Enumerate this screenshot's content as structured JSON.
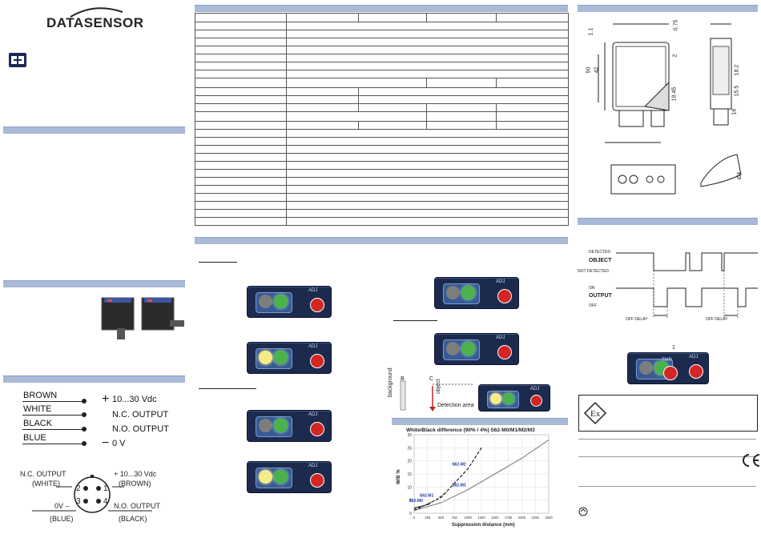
{
  "brand": {
    "name": "DATASENSOR"
  },
  "wiring": {
    "rows": [
      {
        "color": "BROWN",
        "desc": "10...30 Vdc",
        "sign": "+"
      },
      {
        "color": "WHITE",
        "desc": "N.C. OUTPUT",
        "sign": ""
      },
      {
        "color": "BLACK",
        "desc": "N.O. OUTPUT",
        "sign": ""
      },
      {
        "color": "BLUE",
        "desc": "0 V",
        "sign": "−"
      }
    ],
    "connector": {
      "nc_label": "N.C. OUTPUT",
      "nc_color": "(WHITE)",
      "vplus_label": "+ 10...30 Vdc",
      "vplus_color": "(BROWN)",
      "ov_label": "0V –",
      "ov_color": "(BLUE)",
      "no_label": "N.O. OUTPUT",
      "no_color": "(BLACK)",
      "pins": [
        "1",
        "2",
        "3",
        "4"
      ]
    }
  },
  "dimensions": {
    "labels": [
      "1.1",
      "0.75",
      "50",
      "42",
      "2",
      "18.2",
      "15.5",
      "16",
      "19.45",
      "Ø4"
    ]
  },
  "timing": {
    "detected": "DETECTED",
    "object": "OBJECT",
    "not_detected": "NOT DETECTED",
    "on": "ON",
    "output": "OUTPUT",
    "off": "OFF",
    "off_delay_1": "OFF DELAY",
    "off_delay_2": "OFF DELAY"
  },
  "devices": {
    "adj": "ADJ",
    "tmr": "TMR",
    "tmr_pin": "1"
  },
  "detection": {
    "c_label": "C",
    "b_label": "B",
    "background": "background",
    "object_label": "object",
    "area": "Detection area"
  },
  "chart_data": {
    "type": "line",
    "title": "White/Black difference (90% / 4%)   S62-M0/M1/M2/M3",
    "xlabel": "Suppression distance (mm)",
    "ylabel": "W/B %",
    "xlim": [
      0,
      2500
    ],
    "ylim": [
      0,
      30
    ],
    "xticks": [
      "0",
      "250",
      "500",
      "750",
      "1000",
      "1250",
      "1500",
      "1750",
      "2000",
      "2250",
      "2500"
    ],
    "yticks": [
      "0",
      "5",
      "10",
      "15",
      "20",
      "25",
      "30"
    ],
    "series": [
      {
        "name": "S62-M0",
        "x": [
          0,
          100,
          200,
          300
        ],
        "y": [
          2,
          2.5,
          3,
          3.5
        ]
      },
      {
        "name": "S62-M1",
        "x": [
          0,
          200,
          400,
          600
        ],
        "y": [
          1.5,
          3,
          5,
          8
        ]
      },
      {
        "name": "S62-M2",
        "x": [
          0,
          500,
          1000,
          1250
        ],
        "y": [
          1,
          6,
          17,
          25
        ]
      },
      {
        "name": "S62-M3",
        "x": [
          0,
          500,
          1000,
          1500,
          2000,
          2500
        ],
        "y": [
          1,
          4,
          9,
          15,
          21,
          28
        ]
      }
    ]
  },
  "colors": {
    "section_bar": "#a9b9d6",
    "device_body": "#1c2b4d",
    "led_green": "#4bb24b",
    "led_yellow": "#f5ec87",
    "button_red": "#d42525"
  }
}
